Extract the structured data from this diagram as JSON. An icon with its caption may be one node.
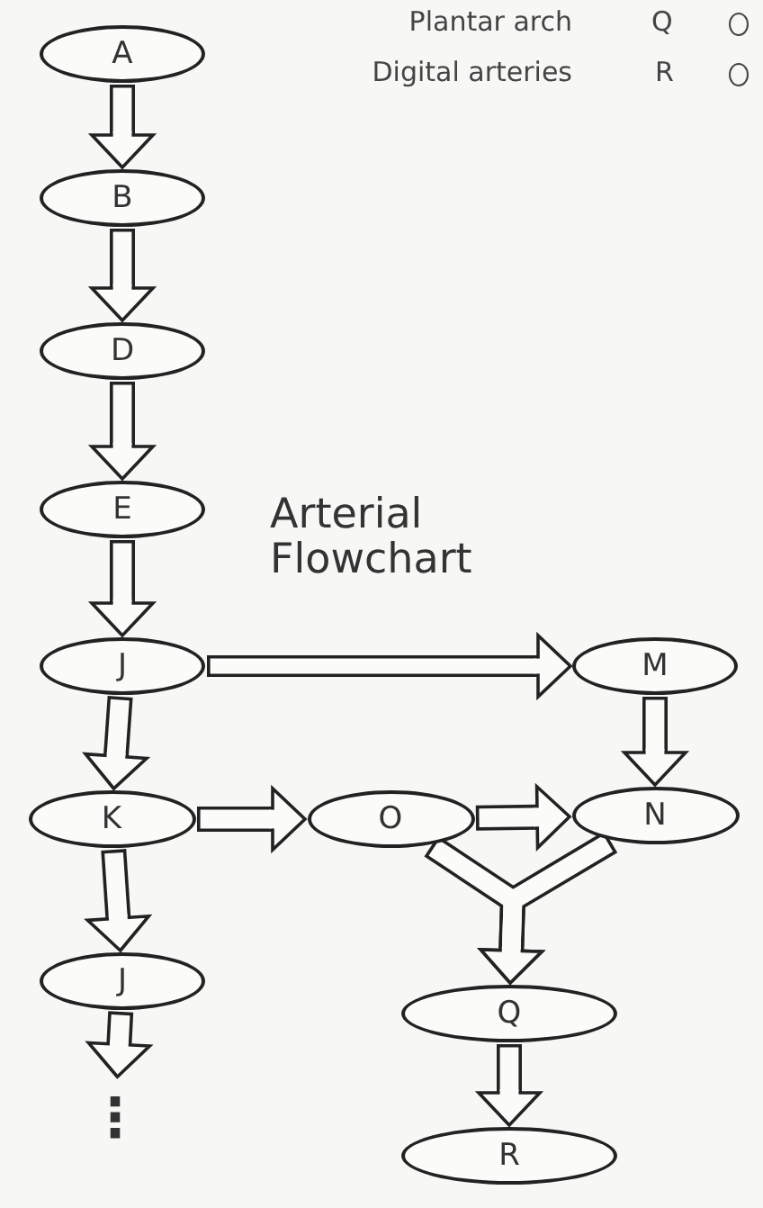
{
  "diagram": {
    "title": "Arterial Flowchart",
    "nodes": [
      {
        "text": [
          "A"
        ]
      },
      {
        "text": [
          "B"
        ]
      },
      {
        "text": [
          "D"
        ]
      },
      {
        "text": [
          "E"
        ]
      },
      {
        "text": [
          "J"
        ]
      },
      {
        "text": [
          "M"
        ]
      },
      {
        "text": [
          "K"
        ]
      },
      {
        "text": [
          "O"
        ]
      },
      {
        "text": [
          "N"
        ]
      },
      {
        "text": [
          "J"
        ]
      },
      {
        "text": [
          "Q"
        ]
      },
      {
        "text": [
          "⋮"
        ]
      },
      {
        "text": [
          "R"
        ]
      }
    ],
    "edges": [
      {
        "from": 0,
        "to": 1,
        "arrow": "to"
      },
      {
        "from": 1,
        "to": 2,
        "arrow": "to"
      },
      {
        "from": 2,
        "to": 3,
        "arrow": "to"
      },
      {
        "from": 3,
        "to": 4,
        "arrow": "to"
      },
      {
        "from": 4,
        "to": 5,
        "arrow": "to"
      },
      {
        "from": 5,
        "to": 8,
        "arrow": "to"
      },
      {
        "from": 4,
        "to": 6,
        "arrow": "to"
      },
      {
        "from": 6,
        "to": 7,
        "arrow": "to"
      },
      {
        "from": 7,
        "to": 8,
        "arrow": "to"
      },
      {
        "from": 7,
        "to": 10,
        "arrow": "to"
      },
      {
        "from": 8,
        "to": 10,
        "arrow": "to"
      },
      {
        "from": 6,
        "to": 9,
        "arrow": "to"
      },
      {
        "from": 10,
        "to": 12,
        "arrow": "to"
      },
      {
        "from": 9,
        "to": 11,
        "arrow": "to"
      }
    ],
    "labels": [
      "Plantar arch",
      "Q",
      "Digital arteries",
      "R"
    ]
  }
}
